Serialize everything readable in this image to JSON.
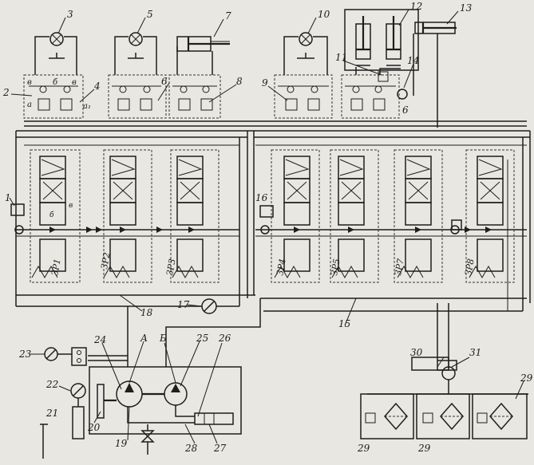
{
  "callouts": [
    "1",
    "2",
    "3",
    "4",
    "5",
    "6",
    "7",
    "8",
    "9",
    "10",
    "11",
    "12",
    "13",
    "14",
    "15",
    "16",
    "17",
    "18",
    "19",
    "20",
    "21",
    "22",
    "23",
    "24",
    "25",
    "26",
    "27",
    "28",
    "29",
    "30",
    "31"
  ],
  "extra_callouts": {
    "six_b": "6",
    "twenty_nine_b": "29",
    "twenty_nine_c": "29"
  },
  "pump_labels": {
    "a": "А",
    "b": "Б"
  },
  "valve_labels": [
    "ЗР1",
    "ЗР2",
    "ЗР3",
    "ЗР4",
    "ЗР5",
    "ЗР7",
    "ЗР8"
  ],
  "port_labels": {
    "v1": "в",
    "b1": "б",
    "v2": "в",
    "a": "а",
    "a1": "а₁",
    "v_low": "в",
    "b_low": "б"
  },
  "colors": {
    "ink": "#1e1e1e",
    "paper": "#e9e7e2"
  }
}
